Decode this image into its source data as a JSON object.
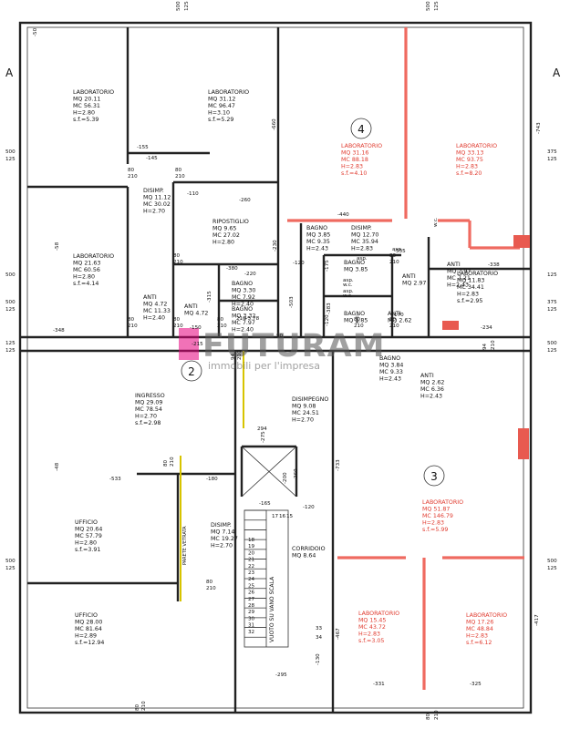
{
  "watermark": {
    "brand": "FUTURAM",
    "subtitle": "immobili per l'impresa"
  },
  "section_markers": [
    "A",
    "A"
  ],
  "room_numbers": [
    "2",
    "3",
    "4"
  ],
  "rooms_black": [
    {
      "id": "lab-1",
      "lines": [
        "LABORATORIO",
        "MQ  20.11",
        "MC  56.31",
        "H=2.80",
        "s.f.=5.39"
      ]
    },
    {
      "id": "lab-2",
      "lines": [
        "LABORATORIO",
        "MQ  31.12",
        "MC  96.47",
        "H=3.10",
        "s.f.=5.29"
      ]
    },
    {
      "id": "disimp-1",
      "lines": [
        "DISIMP.",
        "MQ  11.12",
        "MC  30.02",
        "H=2.70"
      ]
    },
    {
      "id": "ripostiglio",
      "lines": [
        "RIPOSTIGLIO",
        "MQ  9.65",
        "MC  27.02",
        "H=2.80"
      ]
    },
    {
      "id": "lab-3",
      "lines": [
        "LABORATORIO",
        "MQ  21.63",
        "MC  60.56",
        "H=2.80",
        "s.f.=4.14"
      ]
    },
    {
      "id": "anti-1",
      "lines": [
        "ANTI",
        "MQ  4.72",
        "MC  11.33",
        "H=2.40"
      ]
    },
    {
      "id": "anti-2",
      "lines": [
        "ANTI",
        "MQ  4.72"
      ]
    },
    {
      "id": "bagno-1",
      "lines": [
        "BAGNO",
        "MQ  3.30",
        "MC  7.92",
        "H=2.40"
      ]
    },
    {
      "id": "bagno-2",
      "lines": [
        "BAGNO",
        "MQ  3.32",
        "MC  7.97",
        "H=2.40"
      ]
    },
    {
      "id": "bagno-3",
      "lines": [
        "BAGNO",
        "MQ  3.85",
        "MC  9.35",
        "H=2.43"
      ]
    },
    {
      "id": "disimp-2",
      "lines": [
        "DISIMP.",
        "MQ  12.70",
        "MC  35.94",
        "H=2.83"
      ]
    },
    {
      "id": "bagno-4",
      "lines": [
        "BAGNO",
        "MQ  3.85"
      ]
    },
    {
      "id": "anti-3",
      "lines": [
        "ANTI",
        "MQ  2.97"
      ]
    },
    {
      "id": "anti-4",
      "lines": [
        "ANTI",
        "MQ  2.97",
        "MC  7.21",
        "H=2.43"
      ]
    },
    {
      "id": "lab-4",
      "lines": [
        "LABORATORIO",
        "MQ  11.83",
        "MC  34.41",
        "H=2.83",
        "s.f.=2.95"
      ]
    },
    {
      "id": "bagno-5",
      "lines": [
        "BAGNO",
        "MQ  3.85"
      ]
    },
    {
      "id": "bagno-6",
      "lines": [
        "BAGNO",
        "MQ  3.84",
        "MC  9.33",
        "H=2.43"
      ]
    },
    {
      "id": "anti-5",
      "lines": [
        "ANTI",
        "MQ  2.62"
      ]
    },
    {
      "id": "anti-6",
      "lines": [
        "ANTI",
        "MQ  2.62",
        "MC  6.36",
        "H=2.43"
      ]
    },
    {
      "id": "ingresso",
      "lines": [
        "INGRESSO",
        "MQ  29.09",
        "MC  78.54",
        "H=2.70",
        "s.f.=2.98"
      ]
    },
    {
      "id": "disimpegno",
      "lines": [
        "DISIMPEGNO",
        "MQ  9.08",
        "MC  24.51",
        "H=2.70"
      ]
    },
    {
      "id": "ufficio-1",
      "lines": [
        "UFFICIO",
        "MQ  20.64",
        "MC  57.79",
        "H=2.80",
        "s.f.=3.91"
      ]
    },
    {
      "id": "disimp-3",
      "lines": [
        "DISIMP.",
        "MQ  7.14",
        "MC  19.27",
        "H=2.70"
      ]
    },
    {
      "id": "corridoio",
      "lines": [
        "CORRIDOIO",
        "MQ  8.64"
      ]
    },
    {
      "id": "ufficio-2",
      "lines": [
        "UFFICIO",
        "MQ  28.00",
        "MC  81.64",
        "H=2.89",
        "s.f.=12.94"
      ]
    }
  ],
  "rooms_red": [
    {
      "id": "lab-5",
      "lines": [
        "LABORATORIO",
        "MQ  31.16",
        "MC  88.18",
        "H=2.83",
        "s.f.=4.10"
      ]
    },
    {
      "id": "lab-6",
      "lines": [
        "LABORATORIO",
        "MQ  33.13",
        "MC  93.75",
        "H=2.83",
        "s.f.=8.20"
      ]
    },
    {
      "id": "lab-7",
      "lines": [
        "LABORATORIO",
        "MQ  51.87",
        "MC  146.79",
        "H=2.83",
        "s.f.=5.99"
      ]
    },
    {
      "id": "lab-8",
      "lines": [
        "LABORATORIO",
        "MQ  15.45",
        "MC  43.72",
        "H=2.83",
        "s.f.=3.05"
      ]
    },
    {
      "id": "lab-9",
      "lines": [
        "LABORATORIO",
        "MQ  17.26",
        "MC  48.84",
        "H=2.83",
        "s.f.=6.12"
      ]
    }
  ],
  "dimensions": [
    "500",
    "125",
    "500",
    "125",
    "-50",
    "-155",
    "-145",
    "-110",
    "-260",
    "-660",
    "-440",
    "-555",
    "-120",
    "-338",
    "-743",
    "-58",
    "-380",
    "-220",
    "-315",
    "-230",
    "-503",
    "-383",
    "-175",
    "-348",
    "-215",
    "-150",
    "-234",
    "-275",
    "294",
    "-533",
    "-180",
    "-165",
    "-200",
    "-260",
    "-120",
    "-733",
    "-467",
    "-331",
    "-325",
    "-417",
    "-295",
    "-130",
    "-48",
    "500",
    "125",
    "500",
    "125",
    "375",
    "125",
    "375",
    "125",
    "125",
    "125",
    "500",
    "125",
    "500",
    "125",
    "500",
    "125",
    "500",
    "125",
    "80",
    "210",
    "80",
    "210",
    "80",
    "210",
    "80",
    "210",
    "80",
    "210",
    "80",
    "210",
    "80",
    "210",
    "80",
    "210",
    "80",
    "210",
    "80",
    "210",
    "80",
    "210",
    "80",
    "210",
    "80",
    "210",
    "94",
    "210",
    "94",
    "210",
    "90",
    "210",
    "+5.78",
    "asp.",
    "w.c.",
    "asp.",
    "w.c.",
    "asp.",
    "w.c.",
    "asp.",
    "w.c.",
    "-170",
    "-120",
    "-220",
    "-169",
    "-150",
    "-175"
  ],
  "stairs": [
    "17",
    "16",
    "15",
    "18",
    "19",
    "20",
    "21",
    "22",
    "23",
    "24",
    "25",
    "26",
    "27",
    "28",
    "29",
    "30",
    "31",
    "32",
    "33",
    "34"
  ],
  "notes": {
    "vano_scala": "VUOTO SU\nVANO SCALA",
    "parete_vetrata": "PARETE VETRATA"
  }
}
